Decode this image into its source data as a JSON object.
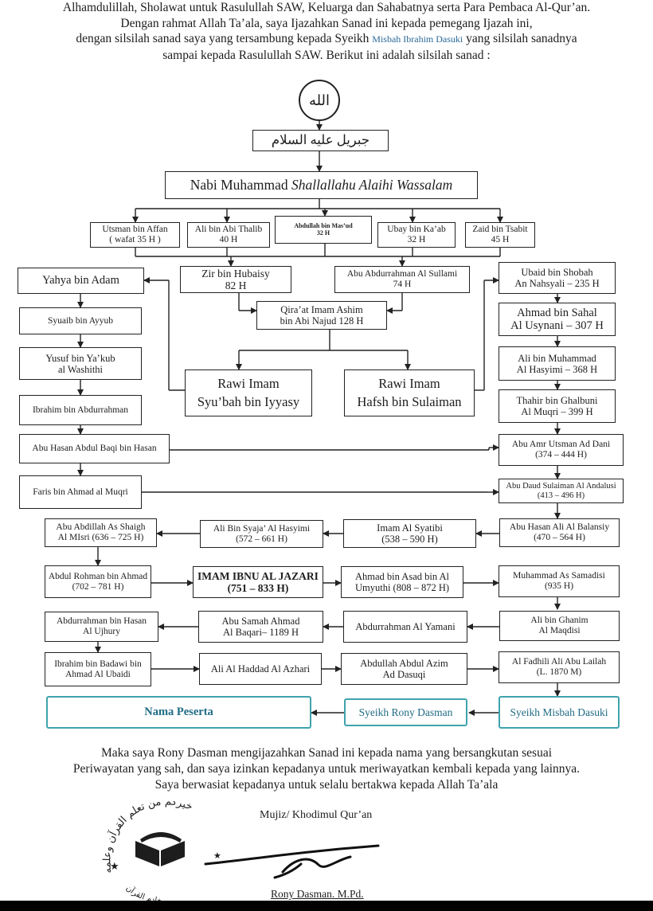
{
  "intro": {
    "line1": "Alhamdulillah, Sholawat untuk Rasulullah SAW, Keluarga dan Sahabatnya serta Para Pembaca Al-Qur’an.",
    "line2": "Dengan rahmat Allah Ta’ala, saya Ijazahkan Sanad ini kepada pemegang Ijazah ini,",
    "line3_pre": "dengan silsilah sanad saya yang tersambung kepada Syeikh",
    "line3_name": "Misbah Ibrahim Dasuki",
    "line3_post": "yang silsilah sanadnya",
    "line4": "sampai kepada Rasulullah SAW. Berikut ini adalah silsilah sanad :"
  },
  "top": {
    "allah": "الله",
    "jibril": "جبريل عليه السلام",
    "nabi_a": "Nabi Muhammad ",
    "nabi_b": "Shallallahu Alaihi Wassalam"
  },
  "sahabat": {
    "utsman_1": "Utsman bin Affan",
    "utsman_2": "( wafat 35 H )",
    "ali_1": "Ali bin Abi Thalib",
    "ali_2": "40 H",
    "abdullah_1": "Abdullah bin Mas’ud",
    "abdullah_2": "32 H",
    "ubay_1": "Ubay bin Ka’ab",
    "ubay_2": "32 H",
    "zaid_1": "Zaid bin Tsabit",
    "zaid_2": "45 H"
  },
  "tabiin": {
    "zir_1": "Zir bin Hubaisy",
    "zir_2": "82 H",
    "abu_abd_1": "Abu Abdurrahman Al Sullami",
    "abu_abd_2": "74 H",
    "ashim_1": "Qira’at Imam Ashim",
    "ashim_2": "bin Abi Najud 128 H",
    "syubah_1": "Rawi Imam",
    "syubah_2": "Syu’bah bin Iyyasy",
    "hafsh_1": "Rawi Imam",
    "hafsh_2": "Hafsh bin Sulaiman"
  },
  "left_col": {
    "yahya": "Yahya bin Adam",
    "syuaib": "Syuaib bin Ayyub",
    "yusuf_1": "Yusuf bin Ya’kub",
    "yusuf_2": "al Washithi",
    "ibrahim": "Ibrahim bin Abdurrahman",
    "abu_hasan": "Abu Hasan Abdul Baqi bin Hasan",
    "faris": "Faris bin Ahmad al Muqri"
  },
  "right_col": {
    "ubaid_1": "Ubaid bin Shobah",
    "ubaid_2": "An Nahsyali – 235 H",
    "ahmad_1": "Ahmad bin Sahal",
    "ahmad_2": "Al Usynani – 307 H",
    "alim_1": "Ali bin Muhammad",
    "alim_2": "Al Hasyimi – 368 H",
    "thahir_1": "Thahir bin Ghalbuni",
    "thahir_2": "Al Muqri – 399 H",
    "dani_1": "Abu Amr Utsman Ad Dani",
    "dani_2": "(374 – 444 H)",
    "daud_1": "Abu Daud Sulaiman Al Andalusi",
    "daud_2": "(413 – 496 H)"
  },
  "rows": {
    "r1": {
      "c1_1": "Abu Abdillah As Shaigh",
      "c1_2": "Al MIsri  (636 – 725 H)",
      "c2_1": "Ali Bin Syaja’ Al Hasyimi",
      "c2_2": "(572 – 661 H)",
      "c3_1": "Imam Al Syatibi",
      "c3_2": "(538 – 590 H)",
      "c4_1": "Abu Hasan Ali Al Balansiy",
      "c4_2": "(470 – 564 H)"
    },
    "r2": {
      "c1_1": "Abdul Rohman bin Ahmad",
      "c1_2": "(702 – 781 H)",
      "c2_1": "IMAM IBNU AL JAZARI",
      "c2_2": "(751 – 833 H)",
      "c3_1": "Ahmad bin Asad bin Al",
      "c3_2": "Umyuthi  (808 – 872 H)",
      "c4_1": "Muhammad As Samadisi",
      "c4_2": "(935 H)"
    },
    "r3": {
      "c1_1": "Abdurrahman bin Hasan",
      "c1_2": "Al Ujhury",
      "c2_1": "Abu Samah Ahmad",
      "c2_2": "Al Baqari– 1189 H",
      "c3_1": "Abdurrahman Al Yamani",
      "c4_1": "Ali bin Ghanim",
      "c4_2": "Al Maqdisi"
    },
    "r4": {
      "c1_1": "Ibrahim bin Badawi bin",
      "c1_2": "Ahmad Al Ubaidi",
      "c2_1": "Ali Al Haddad Al Azhari",
      "c3_1": "Abdullah Abdul Azim",
      "c3_2": "Ad Dasuqi",
      "c4_1": "Al Fadhili Ali Abu Lailah",
      "c4_2": "(L. 1870 M)"
    }
  },
  "final": {
    "peserta": "Nama Peserta",
    "rony": "Syeikh Rony Dasman",
    "misbah": "Syeikh Misbah Dasuki"
  },
  "outro": {
    "line1": "Maka saya Rony Dasman mengijazahkan Sanad ini kepada nama yang bersangkutan sesuai",
    "line2": "Periwayatan yang sah, dan saya izinkan kepadanya untuk meriwayatkan kembali kepada yang lainnya.",
    "line3": "Saya berwasiat kepadanya untuk selalu bertakwa kepada Allah Ta’ala"
  },
  "signature": {
    "label": "Mujiz/ Khodimul Qur’an",
    "name": "Rony Dasman. M.Pd.",
    "stamp_text": "خيركم من تعلم القرآن وعلمه",
    "stamp_inner": "خادم القرآن"
  },
  "colors": {
    "teal_border": "#3fa3ad",
    "teal_text": "#1f6b84",
    "line": "#222222",
    "highlight": "#2b6a9a"
  }
}
